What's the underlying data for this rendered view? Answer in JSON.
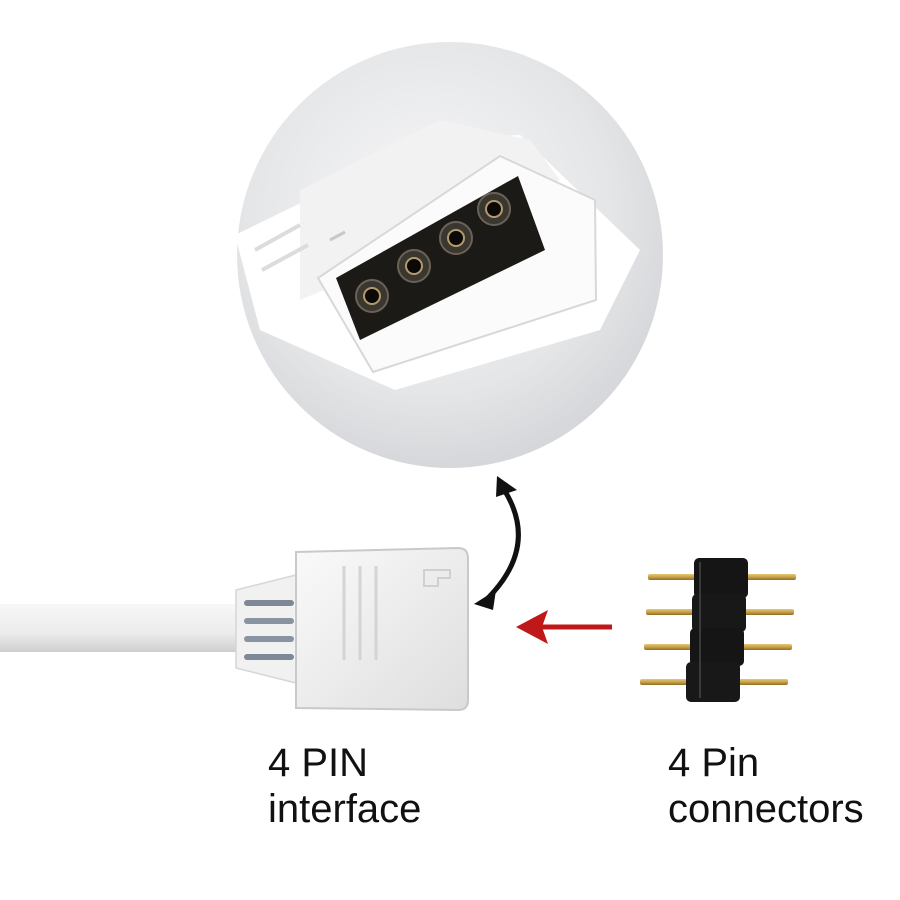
{
  "captions": {
    "interface": {
      "line1": "4 PIN",
      "line2": "interface"
    },
    "connectors": {
      "line1": "4 Pin",
      "line2": "connectors"
    }
  },
  "colors": {
    "background": "#ffffff",
    "plastic": "#f4f4f4",
    "shadow": "#cfcfcf",
    "socket_face": "#1c1a17",
    "pin_gold": "#c9a24a",
    "pin_housing": "#151515",
    "arrow_red": "#c01818",
    "arrow_black": "#111111",
    "zoom_circle": "#e6e7e9"
  },
  "icons": {
    "zoom_view": "magnified-socket-circle",
    "curved_arrow": "double-headed-curved-arrow-icon",
    "insert_arrow": "red-left-arrow-icon"
  }
}
